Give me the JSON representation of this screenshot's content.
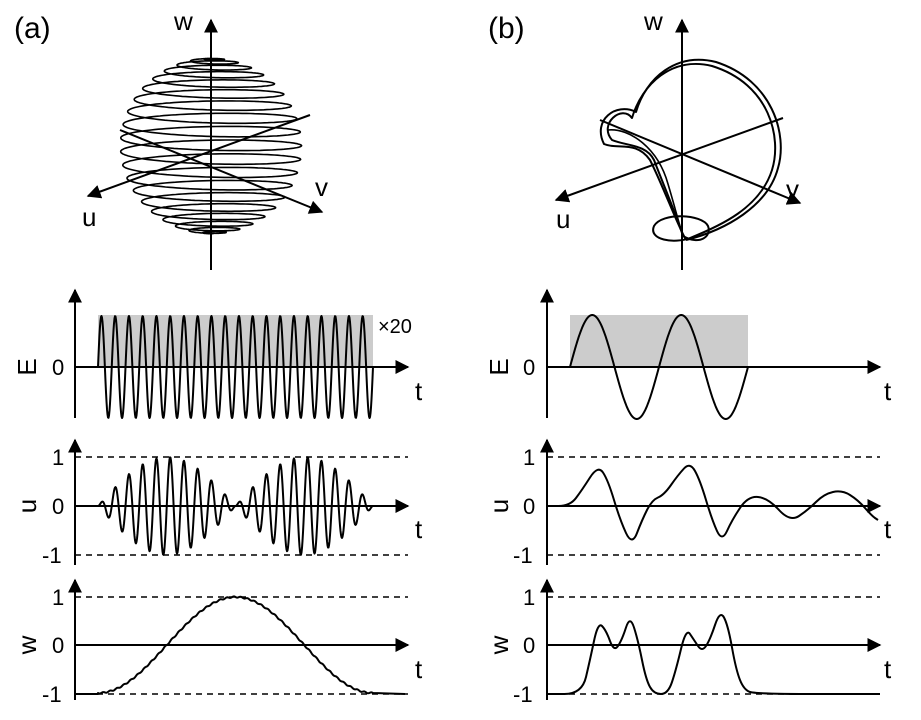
{
  "panels": [
    {
      "label": "(a)",
      "sphere_axes": {
        "w": "w",
        "u": "u",
        "v": "v"
      },
      "E_plot": {
        "ylabel": "E",
        "zero_tick": "0",
        "xlabel": "t",
        "multiplier": "×20"
      },
      "u_plot": {
        "ylabel": "u",
        "ticks": [
          "1",
          "0",
          "-1"
        ],
        "xlabel": "t"
      },
      "w_plot": {
        "ylabel": "w",
        "ticks": [
          "1",
          "0",
          "-1"
        ],
        "xlabel": "t"
      }
    },
    {
      "label": "(b)",
      "sphere_axes": {
        "w": "w",
        "u": "u",
        "v": "v"
      },
      "E_plot": {
        "ylabel": "E",
        "zero_tick": "0",
        "xlabel": "t"
      },
      "u_plot": {
        "ylabel": "u",
        "ticks": [
          "1",
          "0",
          "-1"
        ],
        "xlabel": "t"
      },
      "w_plot": {
        "ylabel": "w",
        "ticks": [
          "1",
          "0",
          "-1"
        ],
        "xlabel": "t"
      }
    }
  ],
  "colors": {
    "stroke": "#000000",
    "pulse_fill": "#cccccc",
    "background": "#ffffff"
  }
}
